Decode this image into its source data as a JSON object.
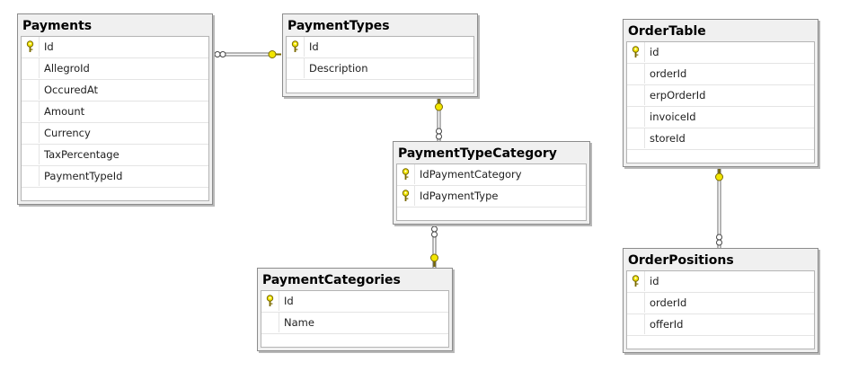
{
  "tables": {
    "payments": {
      "title": "Payments",
      "columns": [
        {
          "name": "Id",
          "pk": true
        },
        {
          "name": "AllegroId",
          "pk": false
        },
        {
          "name": "OccuredAt",
          "pk": false
        },
        {
          "name": "Amount",
          "pk": false
        },
        {
          "name": "Currency",
          "pk": false
        },
        {
          "name": "TaxPercentage",
          "pk": false
        },
        {
          "name": "PaymentTypeId",
          "pk": false
        }
      ]
    },
    "payment_types": {
      "title": "PaymentTypes",
      "columns": [
        {
          "name": "Id",
          "pk": true
        },
        {
          "name": "Description",
          "pk": false
        }
      ]
    },
    "payment_type_category": {
      "title": "PaymentTypeCategory",
      "columns": [
        {
          "name": "IdPaymentCategory",
          "pk": true
        },
        {
          "name": "IdPaymentType",
          "pk": true
        }
      ]
    },
    "payment_categories": {
      "title": "PaymentCategories",
      "columns": [
        {
          "name": "Id",
          "pk": true
        },
        {
          "name": "Name",
          "pk": false
        }
      ]
    },
    "order_table": {
      "title": "OrderTable",
      "columns": [
        {
          "name": "id",
          "pk": true
        },
        {
          "name": "orderId",
          "pk": false
        },
        {
          "name": "erpOrderId",
          "pk": false
        },
        {
          "name": "invoiceId",
          "pk": false
        },
        {
          "name": "storeId",
          "pk": false
        }
      ]
    },
    "order_positions": {
      "title": "OrderPositions",
      "columns": [
        {
          "name": "id",
          "pk": true
        },
        {
          "name": "orderId",
          "pk": false
        },
        {
          "name": "offerId",
          "pk": false
        }
      ]
    }
  },
  "relationships": [
    {
      "from": "payments",
      "to": "payment_types",
      "many_end": "payments",
      "one_end": "payment_types"
    },
    {
      "from": "payment_type_category",
      "to": "payment_types",
      "many_end": "payment_type_category",
      "one_end": "payment_types"
    },
    {
      "from": "payment_type_category",
      "to": "payment_categories",
      "many_end": "payment_type_category",
      "one_end": "payment_categories"
    },
    {
      "from": "order_positions",
      "to": "order_table",
      "many_end": "order_positions",
      "one_end": "order_table"
    }
  ],
  "colors": {
    "key_fill": "#f2e600",
    "key_stroke": "#7a6a00",
    "line": "#6b6b6b"
  }
}
